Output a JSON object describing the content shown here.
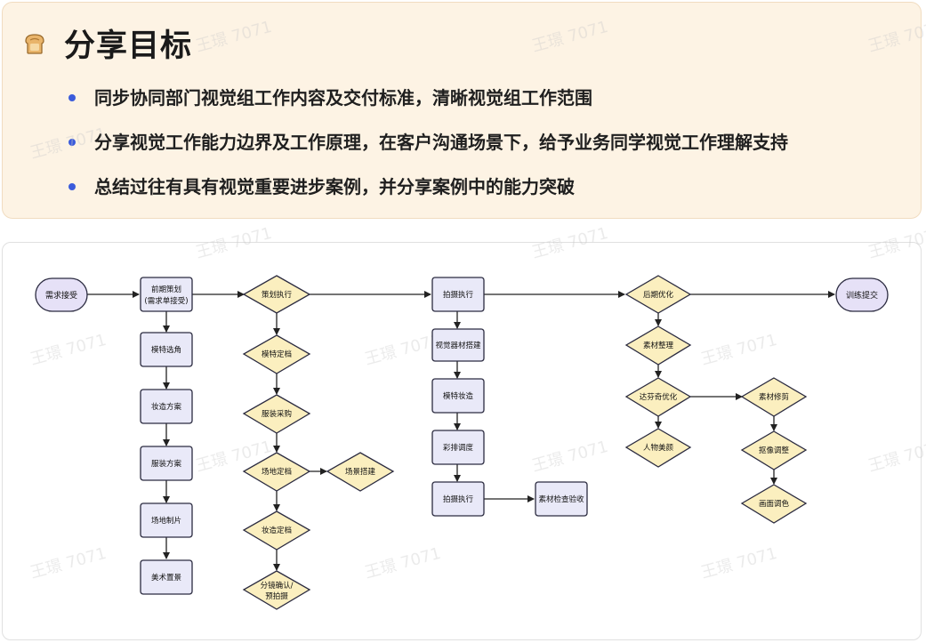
{
  "header": {
    "title": "分享目标",
    "bullets": [
      "同步协同部门视觉组工作内容及交付标准，清晰视觉组工作范围",
      "分享视觉工作能力边界及工作原理，在客户沟通场景下，给予业务同学视觉工作理解支持",
      "总结过往有具有视觉重要进步案例，并分享案例中的能力突破"
    ]
  },
  "watermark": "王璟 7071",
  "colors": {
    "accent": "#3b5bdb",
    "card_bg": "#fdf3e4",
    "pill_fill": "#e6e1f7",
    "pill_stroke": "#2b2b40",
    "rect_fill": "#e9e9f8",
    "diamond_fill": "#fbefbf"
  },
  "flow": {
    "nodes": {
      "start": "需求接受",
      "plan": [
        "前期策划",
        "(需求单接受)"
      ],
      "model_select": "模特选角",
      "makeup_plan": "妆造方案",
      "costume_plan": "服装方案",
      "venue_make": "场地制片",
      "art_set": "美术置景",
      "plan_exec": "策划执行",
      "model_confirm": "模特定档",
      "costume_buy": "服装采购",
      "venue_confirm": "场地定档",
      "scene_build": "场景搭建",
      "makeup_confirm": "妆造定档",
      "storyboard": [
        "分镜确认/",
        "预拍摄"
      ],
      "shoot_exec": "拍摄执行",
      "equip_build": "视觉器材搭建",
      "model_makeup": "模特妆造",
      "rehearsal": "彩排调度",
      "shoot_exec2": "拍摄执行",
      "material_check": "素材检查验收",
      "post_opt": "后期优化",
      "material_sort": "素材整理",
      "daven_opt": "达芬奇优化",
      "retouch": "人物美颜",
      "material_cut": "素材修剪",
      "image_adjust": "抠像调整",
      "color_grade": "画面调色",
      "end": "训练提交"
    }
  }
}
